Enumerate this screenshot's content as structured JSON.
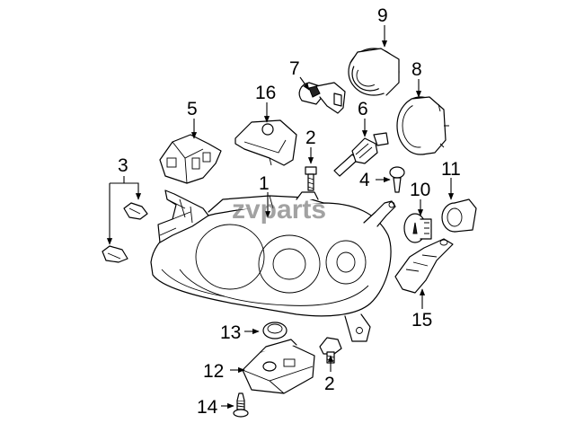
{
  "diagram": {
    "watermark": "zvparts",
    "callouts": {
      "c1": "1",
      "c2a": "2",
      "c2b": "2",
      "c3": "3",
      "c4": "4",
      "c5": "5",
      "c6": "6",
      "c7": "7",
      "c8": "8",
      "c9": "9",
      "c10": "10",
      "c11": "11",
      "c12": "12",
      "c13": "13",
      "c14": "14",
      "c15": "15",
      "c16": "16"
    }
  }
}
